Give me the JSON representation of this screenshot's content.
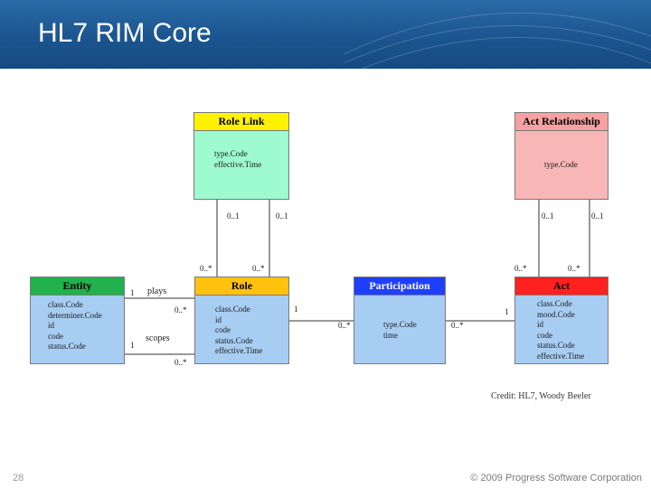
{
  "slide": {
    "title": "HL7 RIM Core",
    "page_number": "28",
    "copyright": "© 2009 Progress Software Corporation",
    "credit": "Credit: HL7, Woody Beeler"
  },
  "colors": {
    "header": "#1b558f",
    "role_link": "#fff200",
    "act_relationship": "#f6a0a0",
    "entity": "#22b14c",
    "role": "#ffc20e",
    "participation": "#1f3fff",
    "act": "#ff2020",
    "body_green": "#9dfbcf",
    "body_pink": "#f9b6b6",
    "body_blue": "#a8cdf3"
  },
  "classes": {
    "role_link": {
      "name": "Role Link",
      "attrs": [
        "type.Code",
        "effective.Time"
      ]
    },
    "act_relationship": {
      "name": "Act Relationship",
      "attrs": [
        "type.Code"
      ]
    },
    "entity": {
      "name": "Entity",
      "attrs": [
        "class.Code",
        "determiner.Code",
        "id",
        "code",
        "status.Code"
      ]
    },
    "role": {
      "name": "Role",
      "attrs": [
        "class.Code",
        "id",
        "code",
        "status.Code",
        "effective.Time"
      ]
    },
    "participation": {
      "name": "Participation",
      "attrs": [
        "type.Code",
        "time"
      ]
    },
    "act": {
      "name": "Act",
      "attrs": [
        "class.Code",
        "mood.Code",
        "id",
        "code",
        "status.Code",
        "effective.Time"
      ]
    }
  },
  "associations": {
    "plays": "plays",
    "scopes": "scopes"
  },
  "multiplicities": {
    "rl_left": "0..1",
    "rl_right": "0..1",
    "role_top_left": "0..*",
    "role_top_right": "0..*",
    "ar_left": "0..1",
    "ar_right": "0..1",
    "act_top_left": "0..*",
    "act_top_right": "0..*",
    "entity_plays": "1",
    "role_plays": "0..*",
    "entity_scopes": "1",
    "role_scopes": "0..*",
    "role_part": "1",
    "part_left": "0..*",
    "part_right": "0..*",
    "act_part": "1"
  }
}
